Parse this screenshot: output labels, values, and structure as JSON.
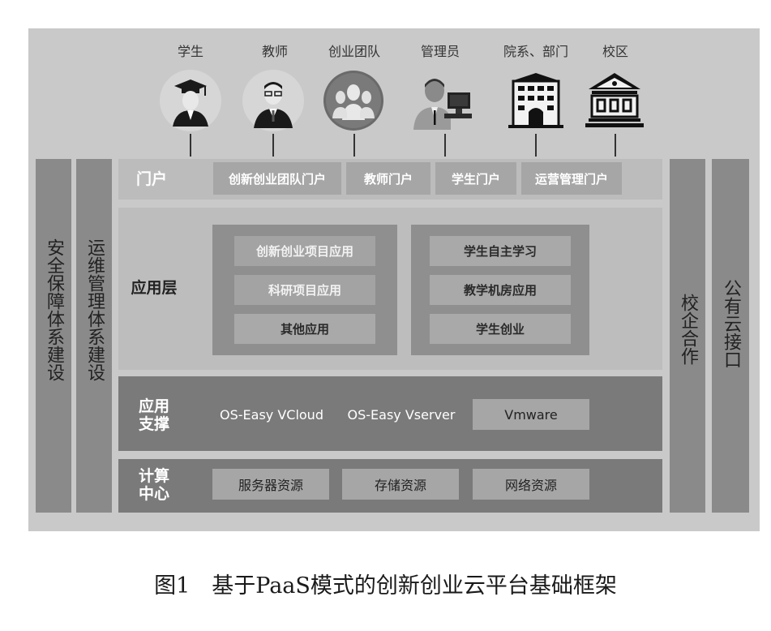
{
  "users": [
    {
      "label": "学生",
      "icon": "graduate-student-icon"
    },
    {
      "label": "教师",
      "icon": "teacher-icon"
    },
    {
      "label": "创业团队",
      "icon": "team-icon"
    },
    {
      "label": "管理员",
      "icon": "administrator-icon"
    },
    {
      "label": "院系、部门",
      "icon": "department-building-icon"
    },
    {
      "label": "校区",
      "icon": "campus-icon"
    }
  ],
  "left_columns": [
    "安全保障体系建设",
    "运维管理体系建设"
  ],
  "right_columns": [
    "校企合作",
    "公有云接口"
  ],
  "portal": {
    "label": "门户",
    "items": [
      "创新创业团队门户",
      "教师门户",
      "学生门户",
      "运营管理门户"
    ]
  },
  "app_layer": {
    "label": "应用层",
    "left_items": [
      "创新创业项目应用",
      "科研项目应用",
      "其他应用"
    ],
    "right_items": [
      "学生自主学习",
      "教学机房应用",
      "学生创业"
    ]
  },
  "support_layer": {
    "label": "应用支撑",
    "items": [
      "OS-Easy VCloud",
      "OS-Easy Vserver",
      "Vmware"
    ]
  },
  "compute_layer": {
    "label": "计算中心",
    "items": [
      "服务器资源",
      "存储资源",
      "网络资源"
    ]
  },
  "caption": "图1　基于PaaS模式的创新创业云平台基础框架"
}
